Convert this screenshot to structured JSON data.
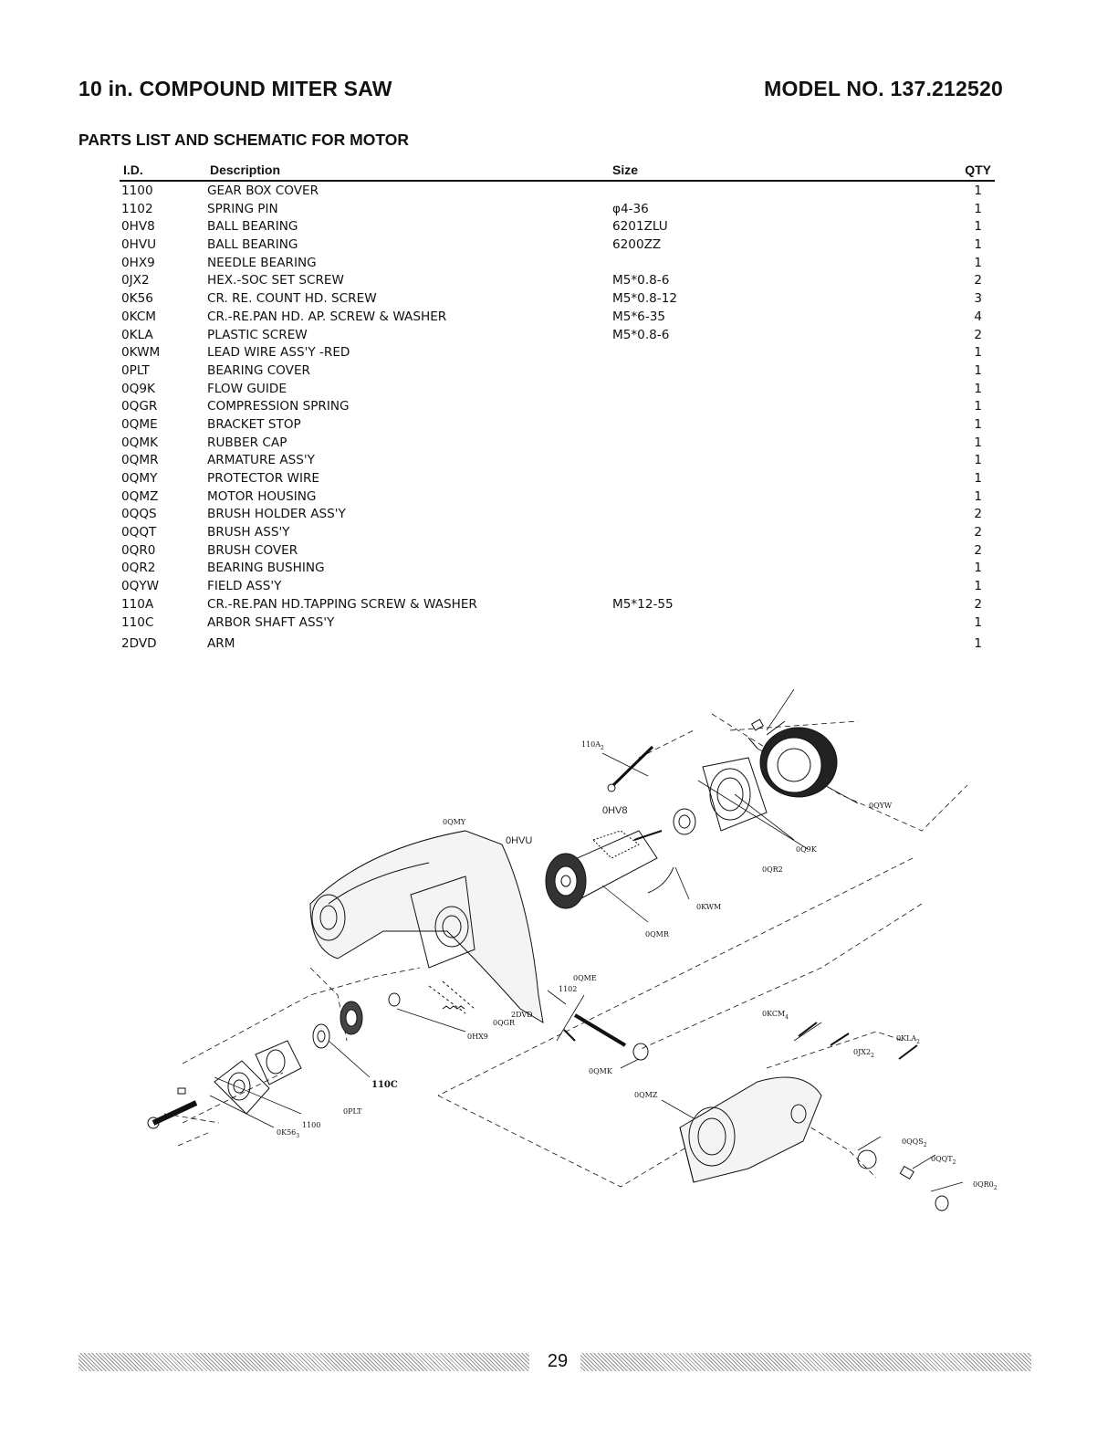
{
  "header": {
    "title": "10 in. COMPOUND MITER SAW",
    "model": "MODEL NO. 137.212520"
  },
  "section_title": "PARTS LIST AND SCHEMATIC FOR MOTOR",
  "table": {
    "columns": {
      "id": "I.D.",
      "description": "Description",
      "size": "Size",
      "qty": "QTY"
    },
    "rows": [
      {
        "id": "1100",
        "description": "GEAR BOX COVER",
        "size": "",
        "qty": "1"
      },
      {
        "id": "1102",
        "description": "SPRING PIN",
        "size": "φ4-36",
        "qty": "1"
      },
      {
        "id": "0HV8",
        "description": "BALL BEARING",
        "size": "6201ZLU",
        "qty": "1"
      },
      {
        "id": "0HVU",
        "description": "BALL BEARING",
        "size": "6200ZZ",
        "qty": "1"
      },
      {
        "id": "0HX9",
        "description": "NEEDLE BEARING",
        "size": "",
        "qty": "1"
      },
      {
        "id": "0JX2",
        "description": "HEX.-SOC SET SCREW",
        "size": "M5*0.8-6",
        "qty": "2"
      },
      {
        "id": "0K56",
        "description": "CR. RE. COUNT HD. SCREW",
        "size": "M5*0.8-12",
        "qty": "3"
      },
      {
        "id": "0KCM",
        "description": "CR.-RE.PAN HD. AP. SCREW & WASHER",
        "size": "M5*6-35",
        "qty": "4"
      },
      {
        "id": "0KLA",
        "description": "PLASTIC SCREW",
        "size": "M5*0.8-6",
        "qty": "2"
      },
      {
        "id": "0KWM",
        "description": "LEAD WIRE ASS'Y -RED",
        "size": "",
        "qty": "1"
      },
      {
        "id": "0PLT",
        "description": "BEARING COVER",
        "size": "",
        "qty": "1"
      },
      {
        "id": "0Q9K",
        "description": "FLOW GUIDE",
        "size": "",
        "qty": "1"
      },
      {
        "id": "0QGR",
        "description": "COMPRESSION SPRING",
        "size": "",
        "qty": "1"
      },
      {
        "id": "0QME",
        "description": "BRACKET STOP",
        "size": "",
        "qty": "1"
      },
      {
        "id": "0QMK",
        "description": "RUBBER CAP",
        "size": "",
        "qty": "1"
      },
      {
        "id": "0QMR",
        "description": "ARMATURE ASS'Y",
        "size": "",
        "qty": "1"
      },
      {
        "id": "0QMY",
        "description": "PROTECTOR WIRE",
        "size": "",
        "qty": "1"
      },
      {
        "id": "0QMZ",
        "description": "MOTOR HOUSING",
        "size": "",
        "qty": "1"
      },
      {
        "id": "0QQS",
        "description": "BRUSH HOLDER ASS'Y",
        "size": "",
        "qty": "2"
      },
      {
        "id": "0QQT",
        "description": "BRUSH ASS'Y",
        "size": "",
        "qty": "2"
      },
      {
        "id": "0QR0",
        "description": "BRUSH COVER",
        "size": "",
        "qty": "2"
      },
      {
        "id": "0QR2",
        "description": "BEARING BUSHING",
        "size": "",
        "qty": "1"
      },
      {
        "id": "0QYW",
        "description": "FIELD ASS'Y",
        "size": "",
        "qty": "1"
      },
      {
        "id": "110A",
        "description": "CR.-RE.PAN HD.TAPPING SCREW & WASHER",
        "size": "M5*12-55",
        "qty": "2"
      },
      {
        "id": "110C",
        "description": "ARBOR SHAFT ASS'Y",
        "size": "",
        "qty": "1"
      },
      {
        "id": "2DVD",
        "description": "ARM",
        "size": "",
        "qty": "1"
      }
    ]
  },
  "diagram_labels": {
    "l110A": "110A",
    "l110A_sub": "2",
    "lHV8": "0HV8",
    "lQMY": "0QMY",
    "lHVU": "0HVU",
    "lQYW": "0QYW",
    "lQ9K": "0Q9K",
    "lQR2": "0QR2",
    "lKWM": "0KWM",
    "lQMR": "0QMR",
    "lQME": "0QME",
    "l1102": "1102",
    "l2DVD": "2DVD",
    "lQGR": "0QGR",
    "lHX9": "0HX9",
    "lQMK": "0QMK",
    "l110C": "110C",
    "lPLT": "0PLT",
    "l1100": "1100",
    "lK56": "0K56",
    "lK56_sub": "3",
    "lKCM": "0KCM",
    "lKCM_sub": "4",
    "lKLA": "0KLA",
    "lKLA_sub": "2",
    "lJX2": "0JX2",
    "lJX2_sub": "2",
    "lQMZ": "0QMZ",
    "lQQS": "0QQS",
    "lQQS_sub": "2",
    "lQQT": "0QQT",
    "lQQT_sub": "2",
    "lQR0": "0QR0",
    "lQR0_sub": "2"
  },
  "footer": {
    "page_number": "29"
  }
}
